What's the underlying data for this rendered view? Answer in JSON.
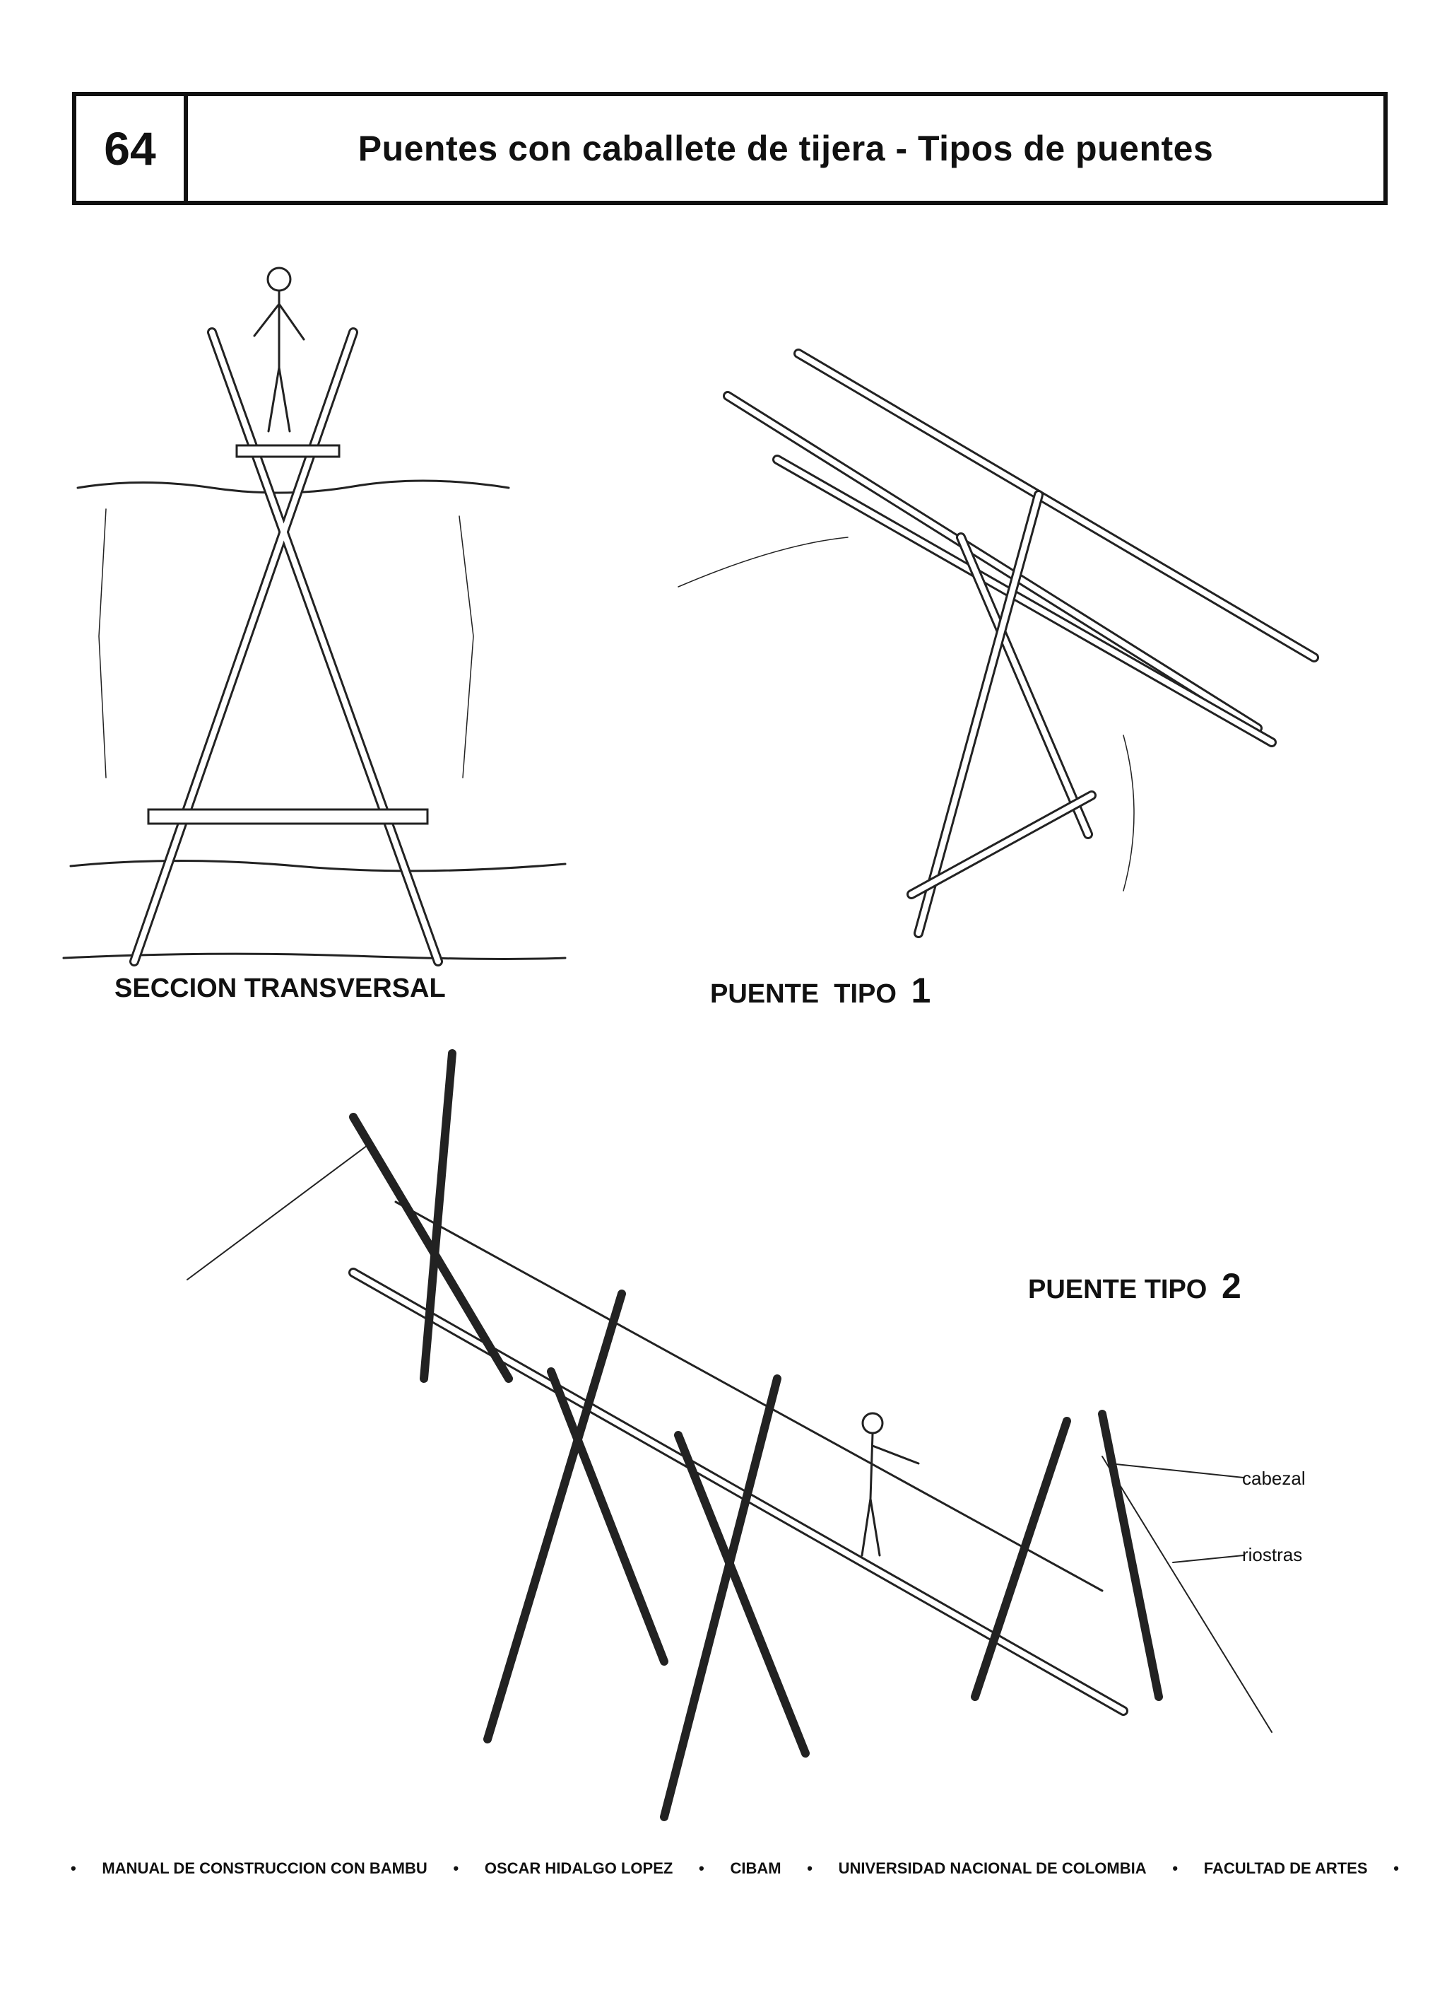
{
  "header": {
    "page_number": "64",
    "title": "Puentes con caballete de tijera - Tipos de puentes"
  },
  "figures": {
    "cross_section_caption": "SECCION TRANSVERSAL",
    "type1_caption": "PUENTE  TIPO",
    "type1_number": "1",
    "type2_caption": "PUENTE TIPO",
    "type2_number": "2",
    "callout_header": "cabezal",
    "callout_braces": "riostras"
  },
  "footer": {
    "items": [
      "MANUAL DE CONSTRUCCION CON BAMBU",
      "OSCAR HIDALGO LOPEZ",
      "CIBAM",
      "UNIVERSIDAD NACIONAL DE COLOMBIA",
      "FACULTAD DE ARTES"
    ],
    "bullet": "•"
  }
}
